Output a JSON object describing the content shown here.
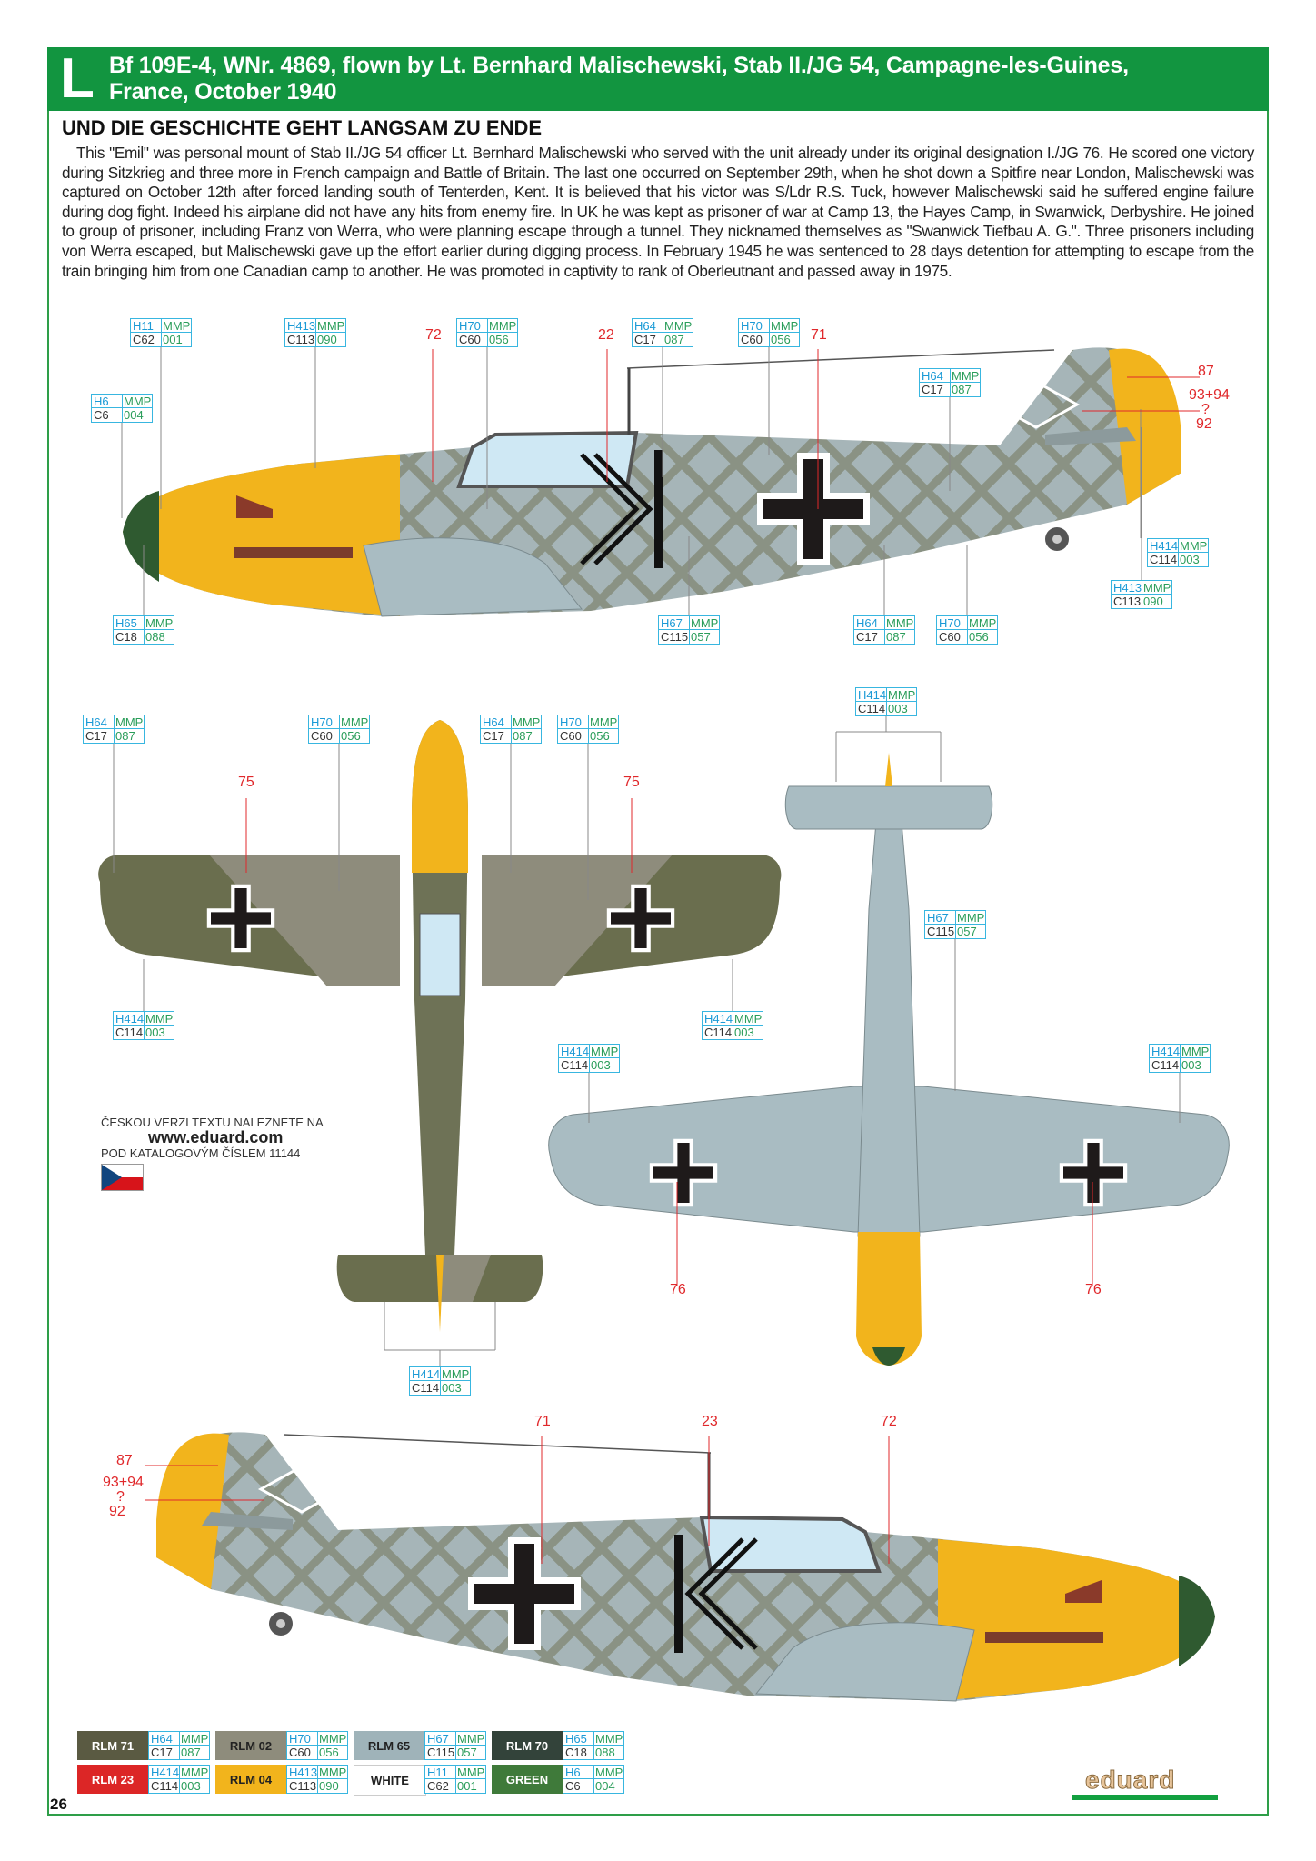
{
  "header": {
    "letter": "L",
    "title_line1": "Bf 109E-4, WNr. 4869, flown by Lt. Bernhard Malischewski, Stab II./JG 54, Campagne-les-Guines,",
    "title_line2": "France, October 1940"
  },
  "story": {
    "heading": "UND DIE GESCHICHTE GEHT LANGSAM ZU ENDE",
    "text": "This \"Emil\" was personal mount of Stab II./JG 54 officer Lt. Bernhard Malischewski  who served with the unit already under its original designation I./JG 76. He scored one victory during Sitzkrieg and three more in French campaign and Battle of Britain. The last one occurred on September 29th, when he shot down a Spitfire near London, Malischewski was captured on October 12th after forced landing south of Tenterden, Kent. It is believed that his victor was S/Ldr R.S. Tuck, however Malischewski said he suffered engine failure during dog fight. Indeed his airplane did not have any hits from enemy fire. In UK he was kept as prisoner of war at Camp 13, the Hayes Camp, in Swanwick, Derbyshire. He joined to group of prisoner, including Franz von Werra, who were planning escape through a tunnel. They nicknamed themselves as \"Swanwick Tiefbau A. G.\". Three prisoners including von Werra escaped, but Malischewski gave up the effort earlier during digging process. In February 1945 he was sentenced to 28 days detention for attempting to escape from the train bringing him from one Canadian camp to another. He was promoted in captivity to rank of Oberleutnant and passed away in 1975."
  },
  "callouts": [
    {
      "h": "H11",
      "m": "MMP",
      "c": "C62",
      "n": "001"
    },
    {
      "h": "H413",
      "m": "MMP",
      "c": "C113",
      "n": "090"
    },
    {
      "h": "H70",
      "m": "MMP",
      "c": "C60",
      "n": "056"
    },
    {
      "h": "H64",
      "m": "MMP",
      "c": "C17",
      "n": "087"
    },
    {
      "h": "H70",
      "m": "MMP",
      "c": "C60",
      "n": "056"
    },
    {
      "h": "H6",
      "m": "MMP",
      "c": "C6",
      "n": "004"
    },
    {
      "h": "H64",
      "m": "MMP",
      "c": "C17",
      "n": "087"
    },
    {
      "h": "H414",
      "m": "MMP",
      "c": "C114",
      "n": "003"
    },
    {
      "h": "H413",
      "m": "MMP",
      "c": "C113",
      "n": "090"
    },
    {
      "h": "H65",
      "m": "MMP",
      "c": "C18",
      "n": "088"
    },
    {
      "h": "H67",
      "m": "MMP",
      "c": "C115",
      "n": "057"
    },
    {
      "h": "H64",
      "m": "MMP",
      "c": "C17",
      "n": "087"
    },
    {
      "h": "H70",
      "m": "MMP",
      "c": "C60",
      "n": "056"
    },
    {
      "h": "H64",
      "m": "MMP",
      "c": "C17",
      "n": "087"
    },
    {
      "h": "H70",
      "m": "MMP",
      "c": "C60",
      "n": "056"
    },
    {
      "h": "H64",
      "m": "MMP",
      "c": "C17",
      "n": "087"
    },
    {
      "h": "H70",
      "m": "MMP",
      "c": "C60",
      "n": "056"
    },
    {
      "h": "H414",
      "m": "MMP",
      "c": "C114",
      "n": "003"
    },
    {
      "h": "H414",
      "m": "MMP",
      "c": "C114",
      "n": "003"
    },
    {
      "h": "H414",
      "m": "MMP",
      "c": "C114",
      "n": "003"
    },
    {
      "h": "H414",
      "m": "MMP",
      "c": "C114",
      "n": "003"
    },
    {
      "h": "H67",
      "m": "MMP",
      "c": "C115",
      "n": "057"
    },
    {
      "h": "H414",
      "m": "MMP",
      "c": "C114",
      "n": "003"
    },
    {
      "h": "H414",
      "m": "MMP",
      "c": "C114",
      "n": "003"
    }
  ],
  "numbers": [
    "72",
    "22",
    "71",
    "87",
    "93+94",
    "?",
    "92",
    "75",
    "75",
    "76",
    "76",
    "71",
    "23",
    "72",
    "87",
    "93+94",
    "?",
    "92"
  ],
  "czech_note": {
    "line1": "ČESKOU VERZI TEXTU NALEZNETE NA",
    "url": "www.eduard.com",
    "line2": "POD KATALOGOVÝM ČÍSLEM 11144"
  },
  "legend": [
    {
      "name": "RLM 71",
      "color": "#5a5a42",
      "text": "#fff",
      "h": "H64",
      "m": "MMP",
      "c": "C17",
      "n": "087"
    },
    {
      "name": "RLM 02",
      "color": "#8e8c7c",
      "text": "#222",
      "h": "H70",
      "m": "MMP",
      "c": "C60",
      "n": "056"
    },
    {
      "name": "RLM 65",
      "color": "#9fb3b9",
      "text": "#222",
      "h": "H67",
      "m": "MMP",
      "c": "C115",
      "n": "057"
    },
    {
      "name": "RLM 70",
      "color": "#33433a",
      "text": "#fff",
      "h": "H65",
      "m": "MMP",
      "c": "C18",
      "n": "088"
    },
    {
      "name": "RLM 23",
      "color": "#dc2626",
      "text": "#fff",
      "h": "H414",
      "m": "MMP",
      "c": "C114",
      "n": "003"
    },
    {
      "name": "RLM 04",
      "color": "#f2b41c",
      "text": "#222",
      "h": "H413",
      "m": "MMP",
      "c": "C113",
      "n": "090"
    },
    {
      "name": "WHITE",
      "color": "#ffffff",
      "text": "#222",
      "h": "H11",
      "m": "MMP",
      "c": "C62",
      "n": "001"
    },
    {
      "name": "GREEN",
      "color": "#3f7a3a",
      "text": "#fff",
      "h": "H6",
      "m": "MMP",
      "c": "C6",
      "n": "004"
    }
  ],
  "page_number": "26",
  "logo": "eduard"
}
